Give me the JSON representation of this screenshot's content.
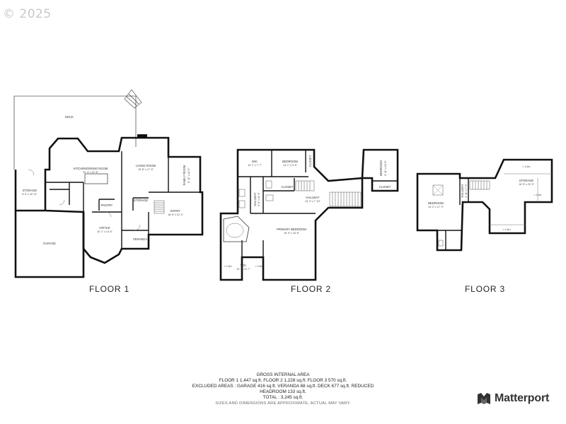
{
  "copyright": "© 2025",
  "floors": [
    {
      "title": "FLOOR 1",
      "rooms": [
        {
          "name": "DECK",
          "dims": ""
        },
        {
          "name": "KITCHEN/DINING ROOM",
          "dims": "24' 3\" x 22' 6\""
        },
        {
          "name": "LIVING ROOM",
          "dims": "15' 6\" x 17' 5\""
        },
        {
          "name": "FAMILY ROOM",
          "dims": "6' 11\" x 11' 6\""
        },
        {
          "name": "STORAGE",
          "dims": "8' 9\" x 10' 11\""
        },
        {
          "name": "PANTRY",
          "dims": ""
        },
        {
          "name": "STORAGE",
          "dims": ""
        },
        {
          "name": "ENTRY",
          "dims": "18' 6\" x 12' 4\""
        },
        {
          "name": "OFFICE",
          "dims": "10' 1\" x 14' 6\""
        },
        {
          "name": "VERANDA",
          "dims": ""
        },
        {
          "name": "GARAGE",
          "dims": ""
        }
      ]
    },
    {
      "title": "FLOOR 2",
      "rooms": [
        {
          "name": "WIC",
          "dims": "10' 1\" x 7' 7\""
        },
        {
          "name": "BEDROOM",
          "dims": "14' 1\" x 9' 8\""
        },
        {
          "name": "CLOSET",
          "dims": ""
        },
        {
          "name": "BEDROOM",
          "dims": "9' 11\" x 10' 8\""
        },
        {
          "name": "CLOSET",
          "dims": ""
        },
        {
          "name": "HALLWAY",
          "dims": "5' 8\" x 11' 6\""
        },
        {
          "name": "CLOSET",
          "dims": ""
        },
        {
          "name": "HALLWAY",
          "dims": "24' 4\" x 7' 10\""
        },
        {
          "name": "PRIMARY BEDROOM",
          "dims": "16' 9\" x 16' 8\""
        },
        {
          "name": "WIC",
          "dims": "13' 1\" x 6' 7\""
        },
        {
          "name": "< 1.5m",
          "dims": ""
        },
        {
          "name": "< 1.5m",
          "dims": ""
        }
      ]
    },
    {
      "title": "FLOOR 3",
      "rooms": [
        {
          "name": "BEDROOM",
          "dims": "14' 2\" x 17' 3\""
        },
        {
          "name": "HALLWAY",
          "dims": "3' 11\" x 7' 9\""
        },
        {
          "name": "STORAGE",
          "dims": "16' 5\" x 23' 9\""
        },
        {
          "name": "< 1.5m",
          "dims": ""
        },
        {
          "name": "< 1.5m",
          "dims": ""
        },
        {
          "name": "< 1.5m",
          "dims": ""
        }
      ]
    }
  ],
  "summary": {
    "heading": "GROSS INTERNAL AREA",
    "line1": "FLOOR 1 1,447 sq.ft.   FLOOR 2 1,228 sq.ft.   FLOOR 3 570 sq.ft.",
    "line2": "EXCLUDED AREAS :  GARAGE 416 sq.ft.   VERANDA 68 sq.ft.   DECK 677 sq.ft.   REDUCED",
    "line3": "HEADROOM 133 sq.ft.",
    "line4": "TOTAL :  3,245 sq.ft.",
    "note": "SIZES AND DIMENSIONS ARE APPROXIMATE, ACTUAL MAY VARY."
  },
  "brand": {
    "name": "Matterport",
    "icon": "matterport-logo-icon"
  },
  "colors": {
    "wall": "#111111",
    "thin": "#555555",
    "background": "#ffffff"
  }
}
